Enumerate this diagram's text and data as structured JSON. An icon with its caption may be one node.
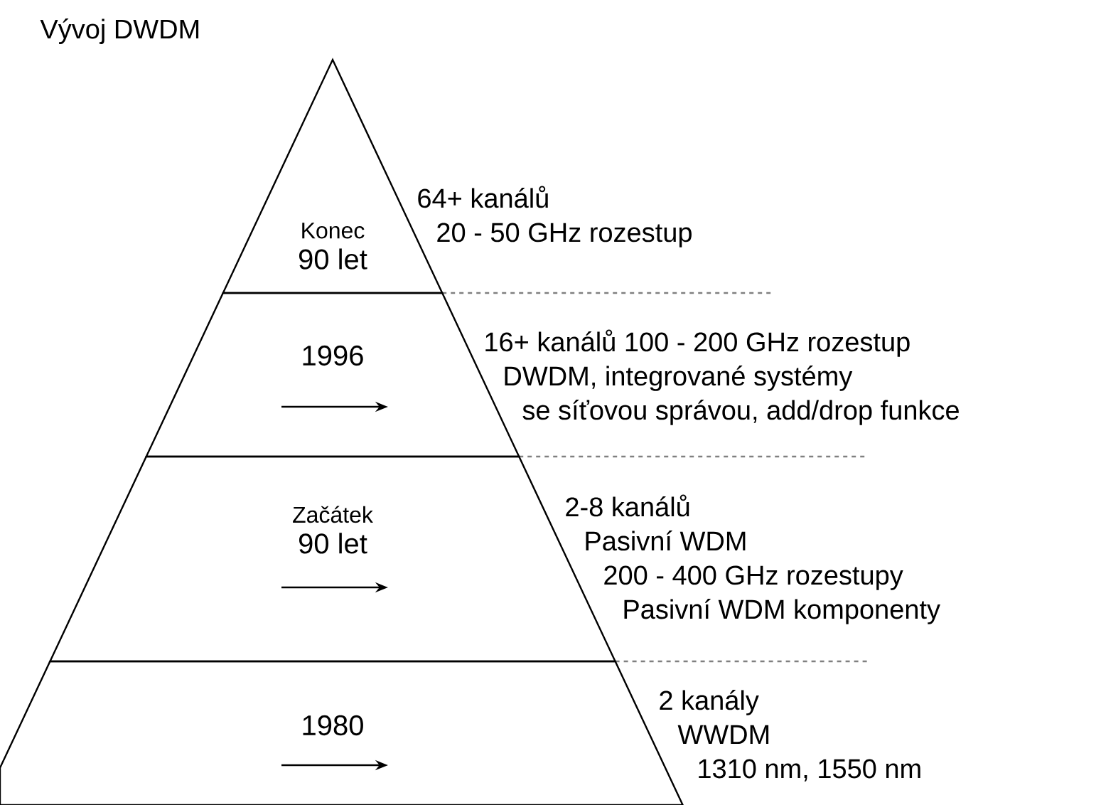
{
  "diagram": {
    "title": "Vývoj DWDM",
    "nodes": [
      {
        "text": [
          "Konec",
          "90 let"
        ],
        "beside": [
          "64+ kanálů",
          "20 - 50 GHz rozestup"
        ]
      },
      {
        "text": [
          "1996"
        ],
        "beside": [
          "16+ kanálů 100 - 200 GHz rozestup",
          "DWDM, integrované systémy",
          "se síťovou správou, add/drop funkce"
        ]
      },
      {
        "text": [
          "Začátek",
          "90 let"
        ],
        "beside": [
          "2-8 kanálů",
          "Pasivní WDM",
          "200 - 400 GHz rozestupy",
          "Pasivní WDM komponenty"
        ]
      },
      {
        "text": [
          "1980"
        ],
        "beside": [
          "2 kanály",
          "WWDM",
          "1310 nm, 1550 nm"
        ]
      }
    ]
  }
}
